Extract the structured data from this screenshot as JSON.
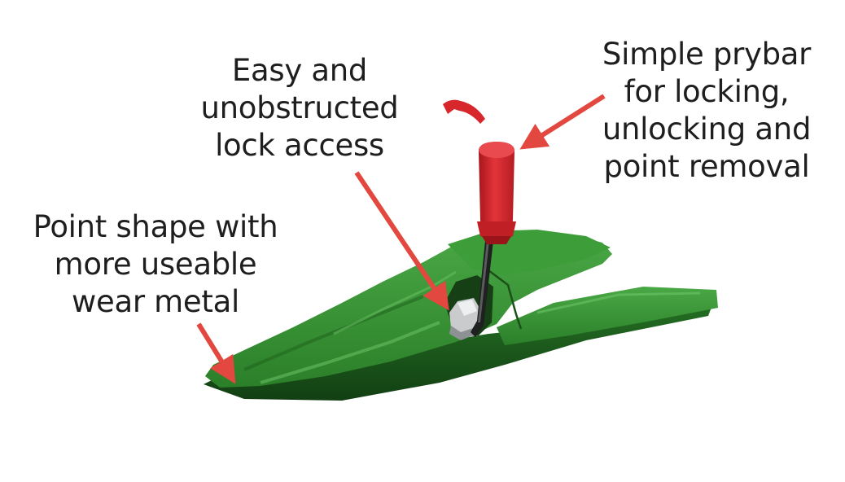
{
  "colors": {
    "tooth_green": "#2e8a2c",
    "tooth_dark": "#1c5e1c",
    "tooth_highlight": "#4fae4a",
    "prybar_red": "#d8262d",
    "arrow_red": "#e2483f",
    "text": "#1e1e1e"
  },
  "callouts": {
    "lock_access": {
      "lines": [
        "Easy and",
        "unobstructed",
        "lock access"
      ]
    },
    "prybar": {
      "lines": [
        "Simple prybar",
        "for locking,",
        "unlocking and",
        "point removal"
      ]
    },
    "point_shape": {
      "lines": [
        "Point shape with",
        "more useable",
        "wear metal"
      ]
    }
  },
  "icons": {
    "tooth": "bucket-tooth-illustration",
    "prybar": "prybar-tool",
    "lock": "lock-pin",
    "arrow": "callout-arrow"
  }
}
